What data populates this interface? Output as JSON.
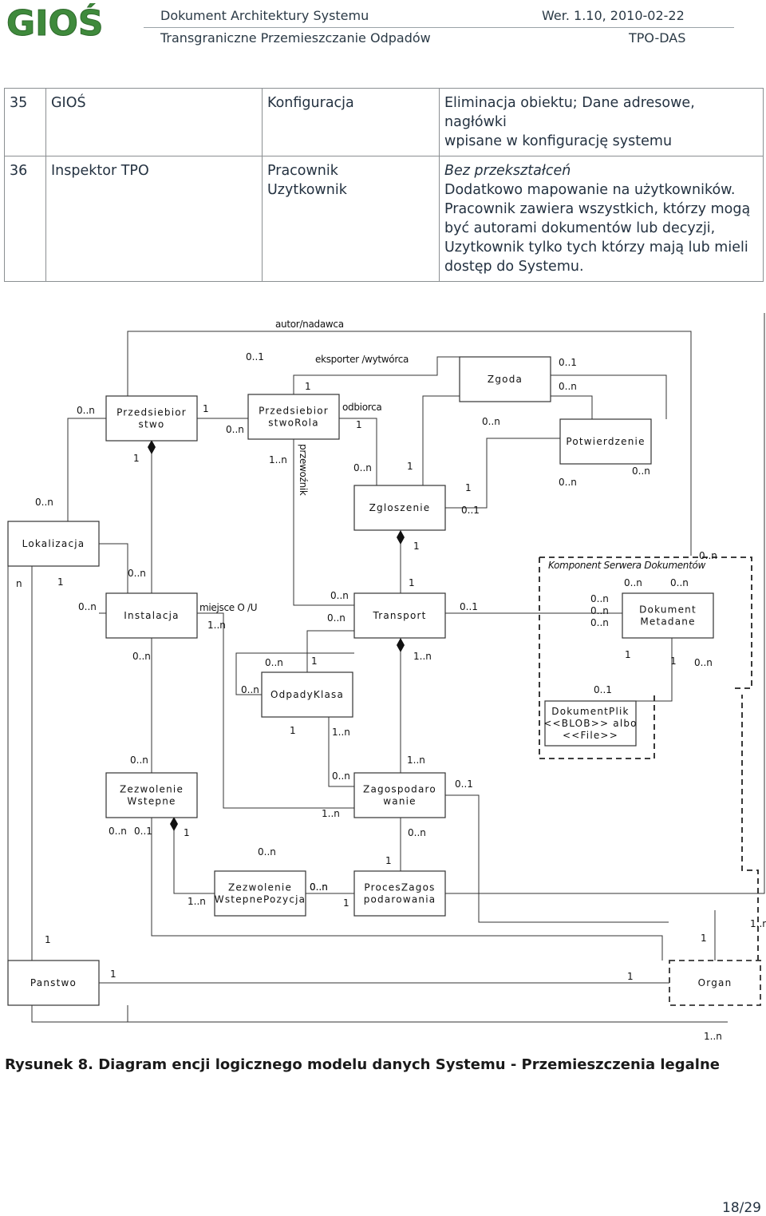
{
  "header": {
    "logo_text": "GIOŚ",
    "doc_title": "Dokument Architektury Systemu",
    "version": "Wer. 1.10, 2010-02-22",
    "subtitle": "Transgraniczne Przemieszczanie Odpadów",
    "code": "TPO-DAS",
    "colors": {
      "logo_green": "#3f8a3c",
      "text": "#2b3a46"
    }
  },
  "table": {
    "rows": [
      {
        "no": "35",
        "actor": "GIOŚ",
        "entity": "Konfiguracja",
        "notes_lines": [
          "Eliminacja obiektu; Dane adresowe, nagłówki",
          "wpisane w konfigurację systemu"
        ],
        "notes_italic": ""
      },
      {
        "no": "36",
        "actor": "Inspektor TPO",
        "entity": "Pracownik\nUzytkownik",
        "notes_italic": "Bez przekształceń",
        "notes_lines": [
          "Dodatkowo mapowanie na użytkowników.",
          "Pracownik zawiera wszystkich, którzy mogą",
          "być autorami dokumentów lub decyzji,",
          "Uzytkownik tylko tych którzy mają lub mieli",
          "dostęp do Systemu."
        ]
      }
    ]
  },
  "diagram": {
    "entities": [
      {
        "id": "przedsiebiorstwo",
        "lines": [
          "Przedsiebior",
          "stwo"
        ]
      },
      {
        "id": "przedsiebiorstworola",
        "lines": [
          "Przedsiebior",
          "stwoRola"
        ]
      },
      {
        "id": "zgoda",
        "lines": [
          "Zgoda"
        ]
      },
      {
        "id": "potwierdzenie",
        "lines": [
          "Potwierdzenie"
        ]
      },
      {
        "id": "zgloszenie",
        "lines": [
          "Zgloszenie"
        ]
      },
      {
        "id": "lokalizacja",
        "lines": [
          "Lokalizacja"
        ]
      },
      {
        "id": "instalacja",
        "lines": [
          "Instalacja"
        ]
      },
      {
        "id": "transport",
        "lines": [
          "Transport"
        ]
      },
      {
        "id": "dokumentmetadane",
        "lines": [
          "Dokument",
          "Metadane"
        ]
      },
      {
        "id": "odpadyklasa",
        "lines": [
          "OdpadyKlasa"
        ]
      },
      {
        "id": "dokumentplik",
        "lines": [
          "DokumentPlik",
          "<<BLOB>> albo",
          "<<File>>"
        ]
      },
      {
        "id": "zezwoleniewstepne",
        "lines": [
          "Zezwolenie",
          "Wstepne"
        ]
      },
      {
        "id": "zagospodarowanie",
        "lines": [
          "Zagospodaro",
          "wanie"
        ]
      },
      {
        "id": "zezwoleniewstepnepozycja",
        "lines": [
          "Zezwolenie",
          "WstepnePozycja"
        ]
      },
      {
        "id": "proceszagospodarowania",
        "lines": [
          "ProcesZagos",
          "podarowania"
        ]
      },
      {
        "id": "panstwo",
        "lines": [
          "Panstwo"
        ]
      },
      {
        "id": "organ",
        "lines": [
          "Organ"
        ]
      }
    ],
    "labels": {
      "autor": "autor/nadawca",
      "eksporter": "eksporter /wytwórca",
      "odbiorca": "odbiorca",
      "przewoznik": "przewoźnik",
      "miejsce": "miejsce O /U",
      "komponent": "Komponent Serwera Dokumentów"
    },
    "multiplicities": [
      "0..1",
      "1",
      "0..n",
      "0..1",
      "0..n",
      "1",
      "0..n",
      "0..n",
      "1",
      "1",
      "1..n",
      "0..n",
      "0..n",
      "1",
      "1",
      "0..n",
      "0..n",
      "0..1",
      "1",
      "n",
      "1",
      "0..n",
      "0..n",
      "0..n",
      "1",
      "0..n",
      "0..n",
      "0..1",
      "0..n",
      "0..n",
      "0..n",
      "0..n",
      "0..n",
      "0..n",
      "0..n",
      "1",
      "1..n",
      "1..n",
      "1",
      "1",
      "0..n",
      "0..n",
      "0..1",
      "1",
      "1..n",
      "0..n",
      "1..n",
      "0..n",
      "0..1",
      "1..n",
      "0..n",
      "0..n",
      "0..1",
      "1",
      "0..n",
      "0..n",
      "1",
      "1..n",
      "0..n",
      "1",
      "1",
      "1",
      "1..n",
      "1",
      "1..n",
      "1",
      "0..n",
      "1"
    ]
  },
  "caption": "Rysunek 8. Diagram encji logicznego modelu danych Systemu - Przemieszczenia legalne",
  "page_number": "18/29"
}
